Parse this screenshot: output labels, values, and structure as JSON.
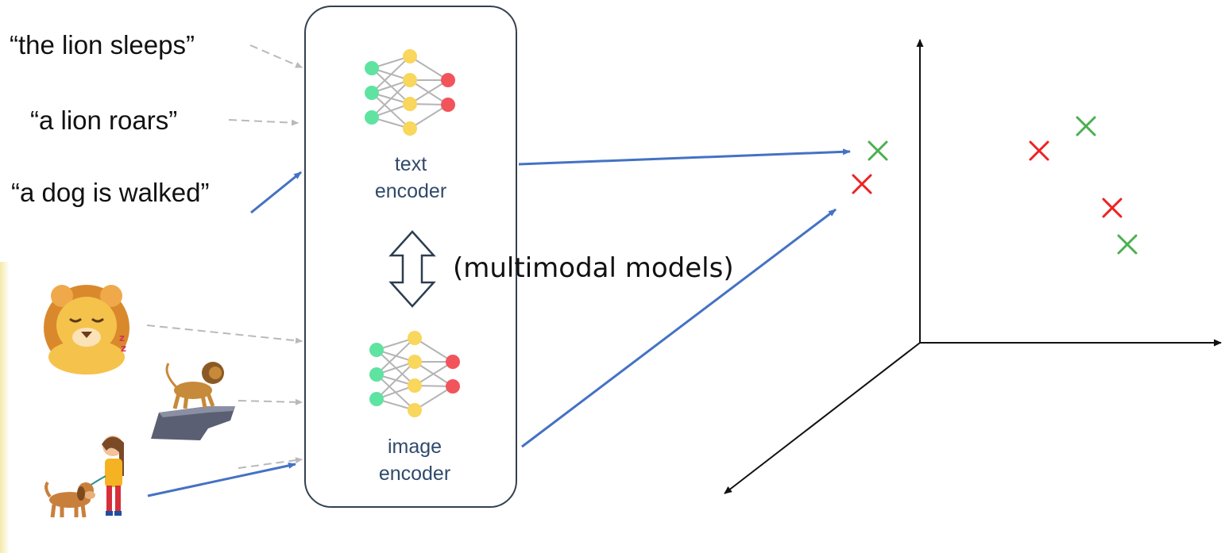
{
  "captions": {
    "text1": "“the lion sleeps”",
    "text2": "“a lion roars”",
    "text3": "“a dog is walked”"
  },
  "encoders": {
    "text_line1": "text",
    "text_line2": "encoder",
    "image_line1": "image",
    "image_line2": "encoder"
  },
  "middle_label": "(multimodal models)",
  "images": [
    {
      "name": "sleeping-lion",
      "depicts": "sleeping lion with zzz"
    },
    {
      "name": "roaring-lion",
      "depicts": "lion roaring on a rock"
    },
    {
      "name": "dog-walker",
      "depicts": "girl walking a dog"
    }
  ],
  "embedding_points": [
    {
      "marker": "x",
      "color": "#4caf50"
    },
    {
      "marker": "x",
      "color": "#ee2222"
    },
    {
      "marker": "x",
      "color": "#ee2222"
    },
    {
      "marker": "x",
      "color": "#4caf50"
    },
    {
      "marker": "x",
      "color": "#ee2222"
    },
    {
      "marker": "x",
      "color": "#4caf50"
    }
  ],
  "colors": {
    "arrow_blue": "#4472c4",
    "dashed_gray": "#b9b9b9",
    "box_border": "#33414f",
    "nn_green": "#5fe3a1",
    "nn_yellow": "#f9d65c",
    "nn_red": "#f2545b"
  }
}
